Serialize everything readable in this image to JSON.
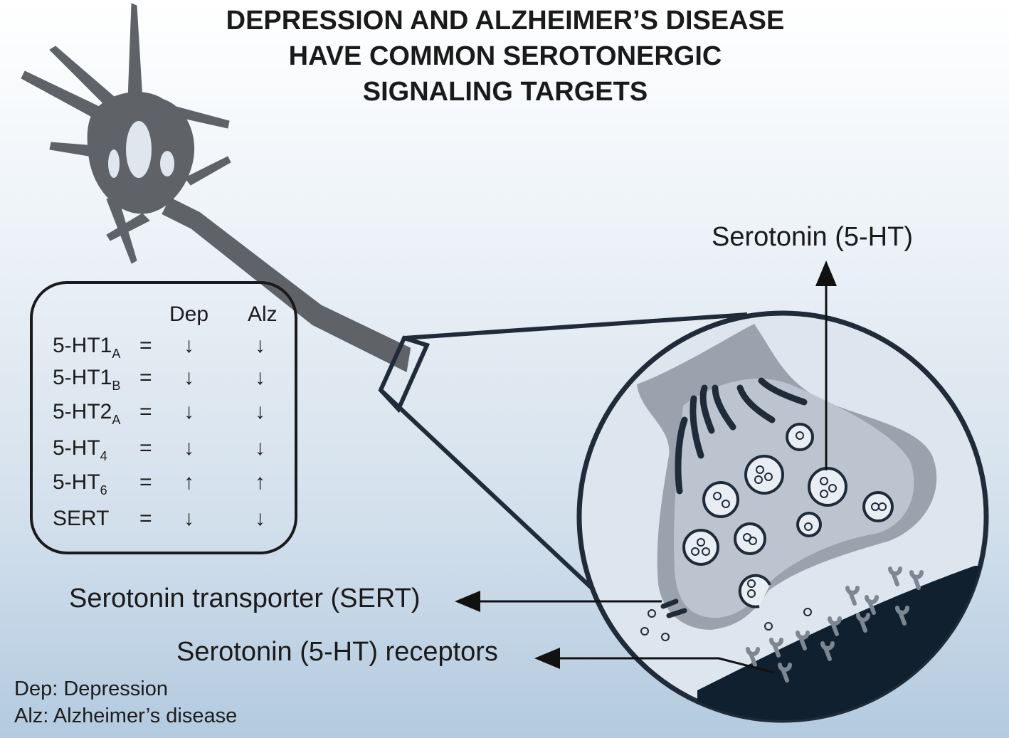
{
  "title": [
    "DEPRESSION AND ALZHEIMER’S DISEASE",
    "HAVE COMMON SEROTONERGIC",
    "SIGNALING TARGETS"
  ],
  "labels": {
    "serotonin": "Serotonin (5-HT)",
    "sert": "Serotonin transporter (SERT)",
    "receptors": "Serotonin (5-HT) receptors"
  },
  "table": {
    "headers": [
      "Dep",
      "Alz"
    ],
    "rows": [
      {
        "name": "5-HT1",
        "sub": "A",
        "eq": "=",
        "dep": "↓",
        "alz": "↓"
      },
      {
        "name": "5-HT1",
        "sub": "B",
        "eq": "=",
        "dep": "↓",
        "alz": "↓"
      },
      {
        "name": "5-HT2",
        "sub": "A",
        "eq": "=",
        "dep": "↓",
        "alz": "↓"
      },
      {
        "name": "5-HT",
        "sub": "4",
        "eq": "=",
        "dep": "↓",
        "alz": "↓"
      },
      {
        "name": "5-HT",
        "sub": "6",
        "eq": "=",
        "dep": "↑",
        "alz": "↑"
      },
      {
        "name": "SERT",
        "sub": "",
        "eq": "=",
        "dep": "↓",
        "alz": "↓"
      }
    ]
  },
  "legend": [
    "Dep: Depression",
    "Alz: Alzheimer’s disease"
  ],
  "colors": {
    "neuron": "#5f6368",
    "outline": "#1f2b38",
    "terminal": "#9aa3ad",
    "terminal_inner": "#bcc5cf",
    "postsynaptic": "#10202f",
    "receptor": "#7d8792"
  }
}
